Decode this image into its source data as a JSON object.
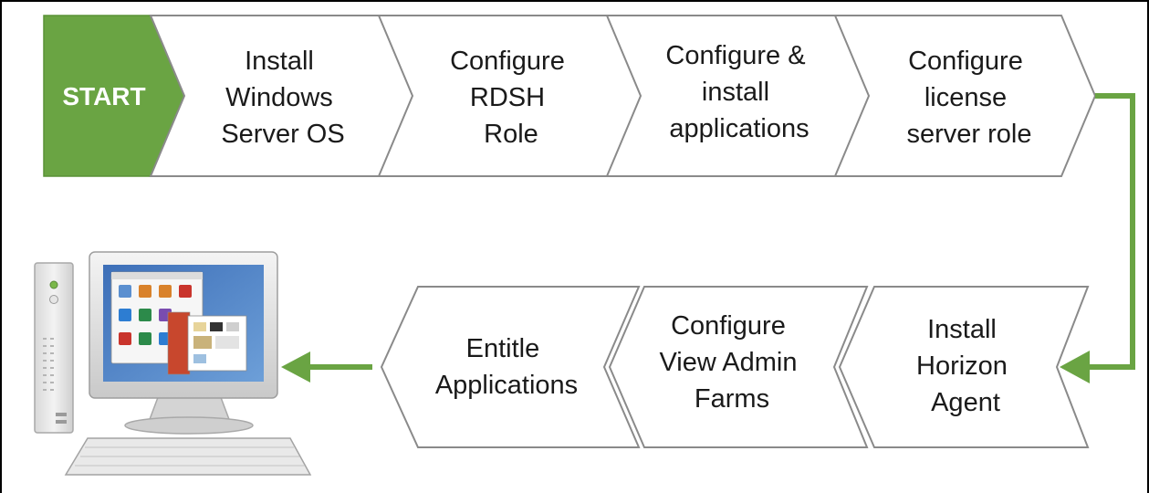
{
  "diagram": {
    "start_label": "START",
    "top_row": [
      {
        "lines": [
          "Install",
          "Windows",
          "Server OS"
        ]
      },
      {
        "lines": [
          "Configure",
          "RDSH",
          "Role"
        ]
      },
      {
        "lines": [
          "Configure &",
          "install",
          "applications"
        ]
      },
      {
        "lines": [
          "Configure",
          "license",
          "server role"
        ]
      }
    ],
    "bottom_row": [
      {
        "lines": [
          "Entitle",
          "Applications"
        ]
      },
      {
        "lines": [
          "Configure",
          "View Admin",
          "Farms"
        ]
      },
      {
        "lines": [
          "Install",
          "Horizon",
          "Agent"
        ]
      }
    ],
    "illustration_icon": "desktop-computer-icon"
  },
  "colors": {
    "start_fill": "#6aa443",
    "connector": "#6aa443",
    "chevron_fill": "#ffffff",
    "chevron_stroke": "#8a8a8a",
    "frame": "#000000"
  }
}
